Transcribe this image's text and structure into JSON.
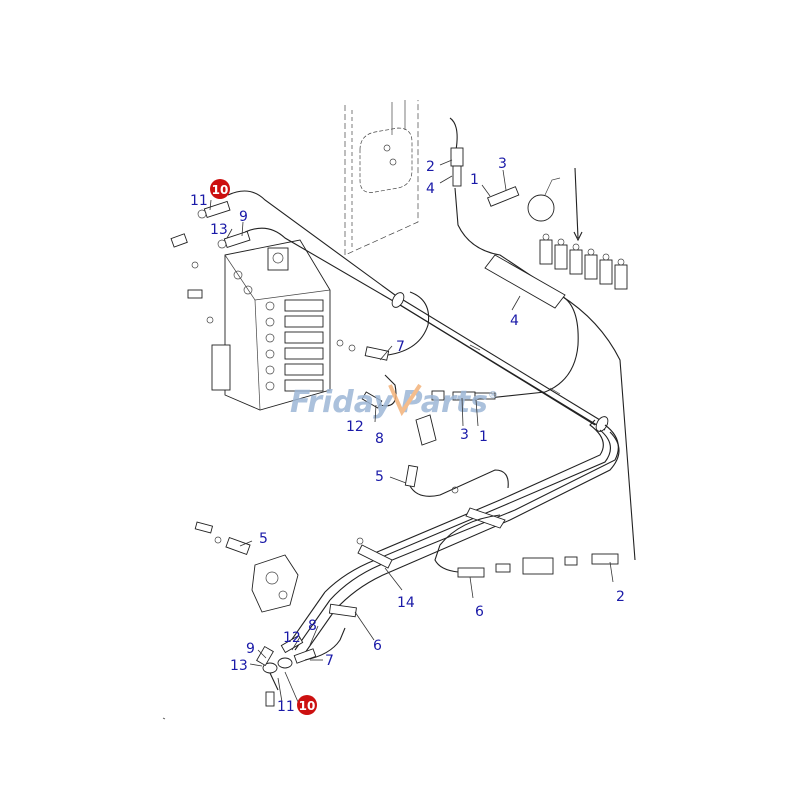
{
  "colors": {
    "callout": "#1a1aa8",
    "badge": "#cc1010",
    "watermark_blue": "#9db7d6",
    "watermark_orange": "#f3b27a",
    "line": "#222222"
  },
  "watermark": {
    "part1": "Friday",
    "part2": "Parts",
    "registered": "®"
  },
  "badges": [
    {
      "text": "10"
    },
    {
      "text": "10"
    }
  ],
  "callouts": [
    {
      "text": "11"
    },
    {
      "text": "13"
    },
    {
      "text": "9"
    },
    {
      "text": "2"
    },
    {
      "text": "4"
    },
    {
      "text": "1"
    },
    {
      "text": "3"
    },
    {
      "text": "4"
    },
    {
      "text": "7"
    },
    {
      "text": "12"
    },
    {
      "text": "8"
    },
    {
      "text": "3"
    },
    {
      "text": "1"
    },
    {
      "text": "5"
    },
    {
      "text": "5"
    },
    {
      "text": "14"
    },
    {
      "text": "6"
    },
    {
      "text": "2"
    },
    {
      "text": "6"
    },
    {
      "text": "8"
    },
    {
      "text": "12"
    },
    {
      "text": "9"
    },
    {
      "text": "13"
    },
    {
      "text": "7"
    },
    {
      "text": "11"
    }
  ]
}
